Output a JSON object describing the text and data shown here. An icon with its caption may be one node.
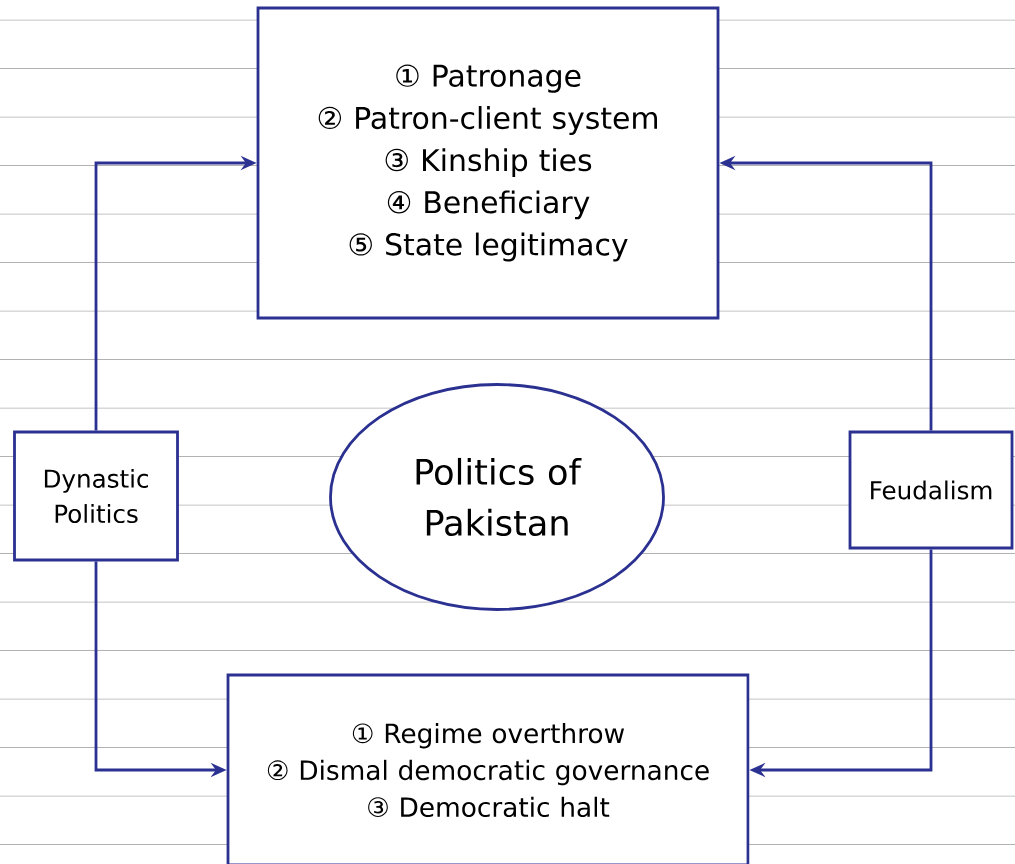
{
  "diagram": {
    "nodes": [
      {
        "text": [
          "① Patronage",
          "② Patron-client system",
          "③ Kinship ties",
          "④ Beneficiary",
          "⑤ State legitimacy"
        ]
      },
      {
        "text": [
          "Dynastic Politics"
        ]
      },
      {
        "text": [
          "Politics of Pakistan"
        ]
      },
      {
        "text": [
          "Feudalism"
        ]
      },
      {
        "text": [
          "① Regime overthrow",
          "② Dismal democratic governance",
          "③ Democratic halt"
        ]
      }
    ],
    "edges": [
      {
        "from": 1,
        "to": 0,
        "arrow": "to"
      },
      {
        "from": 3,
        "to": 0,
        "arrow": "to"
      },
      {
        "from": 1,
        "to": 4,
        "arrow": "to"
      },
      {
        "from": 3,
        "to": 4,
        "arrow": "to"
      }
    ]
  }
}
